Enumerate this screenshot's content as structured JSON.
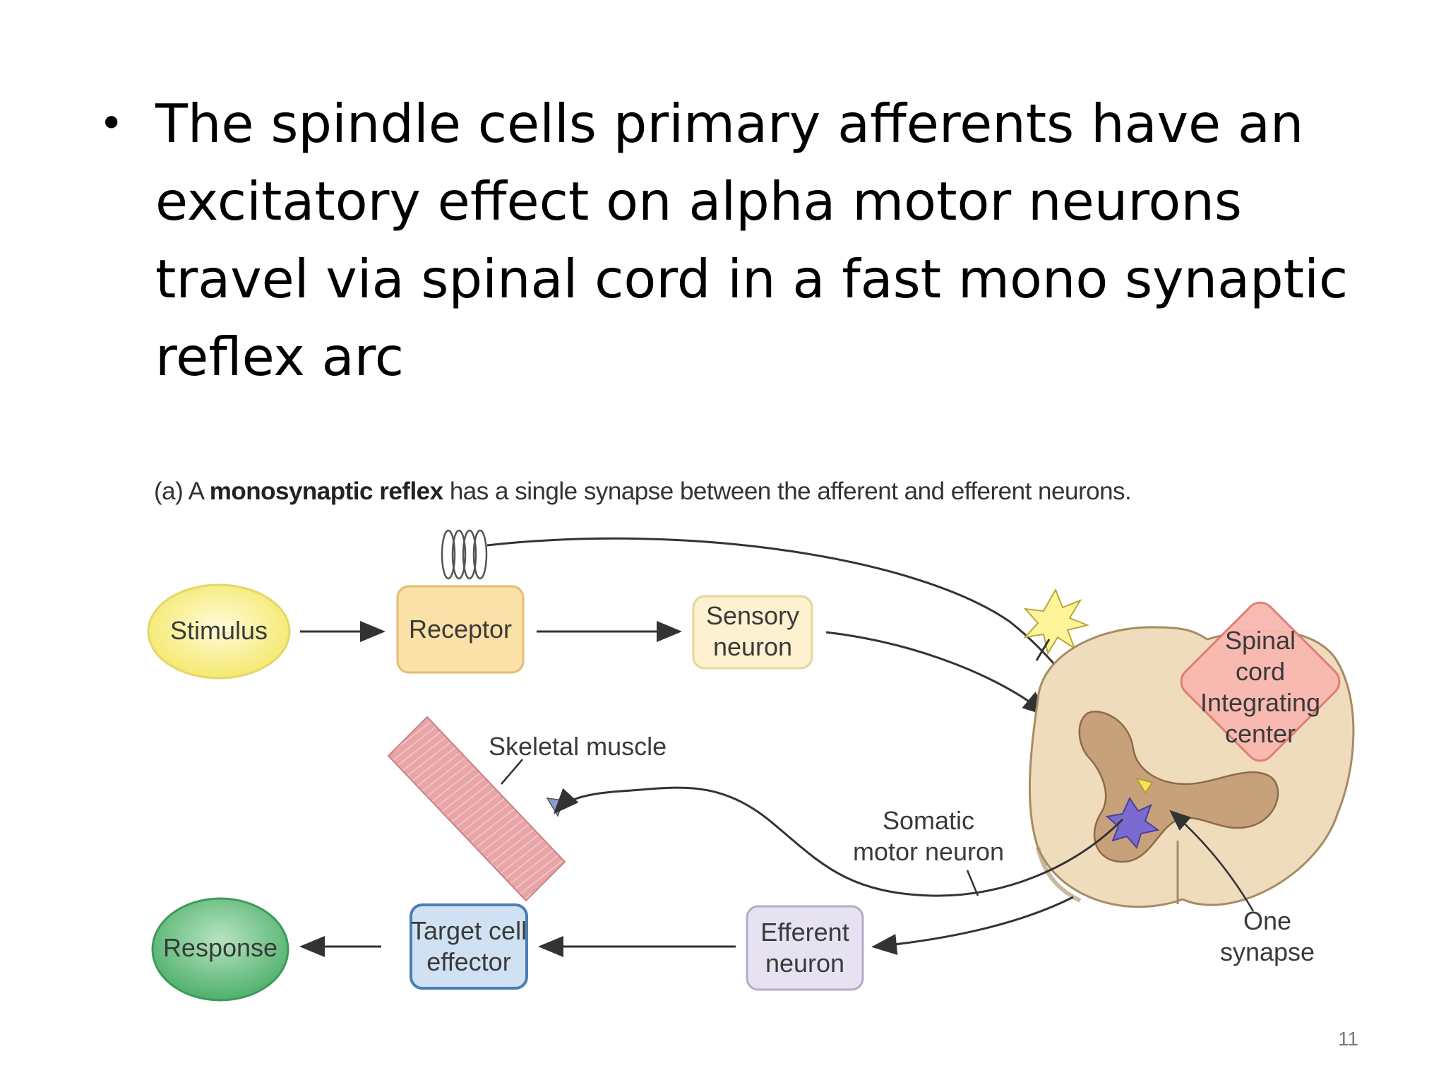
{
  "slide": {
    "bullet": {
      "lines": [
        "The spindle cells primary afferents have an",
        "excitatory effect on alpha motor neurons",
        "travel via spinal cord in a fast mono synaptic",
        "reflex arc"
      ]
    },
    "page_number": "11"
  },
  "figure": {
    "caption": {
      "prefix": "(a) A",
      "bold": "monosynaptic reflex",
      "rest": "has a single synapse between the afferent and efferent neurons."
    },
    "nodes": {
      "stimulus": "Stimulus",
      "receptor": "Receptor",
      "sensory_neuron_1": "Sensory",
      "sensory_neuron_2": "neuron",
      "response": "Response",
      "target_cell_1": "Target cell",
      "target_cell_2": "effector",
      "efferent_neuron_1": "Efferent",
      "efferent_neuron_2": "neuron",
      "integrating_center_1": "Spinal",
      "integrating_center_2": "cord",
      "integrating_center_3": "Integrating",
      "integrating_center_4": "center"
    },
    "labels": {
      "skeletal_muscle": "Skeletal muscle",
      "somatic_motor_neuron_1": "Somatic",
      "somatic_motor_neuron_2": "motor neuron",
      "one_synapse_1": "One",
      "one_synapse_2": "synapse"
    },
    "colors": {
      "stimulus_fill": "#fbf3a3",
      "receptor_fill": "#fbe0a8",
      "sensory_fill": "#fdf1cf",
      "response_fill": "#6cc283",
      "target_fill": "#cfe1f2",
      "target_stroke": "#4a7fb2",
      "efferent_fill": "#e7e2f1",
      "integrating_fill": "#f8b8b0",
      "integrating_stroke": "#e07a70",
      "spinal_cord_fill": "#efdcbd",
      "gray_matter_fill": "#c7a17a",
      "muscle_fill": "#e8a5a7"
    }
  }
}
